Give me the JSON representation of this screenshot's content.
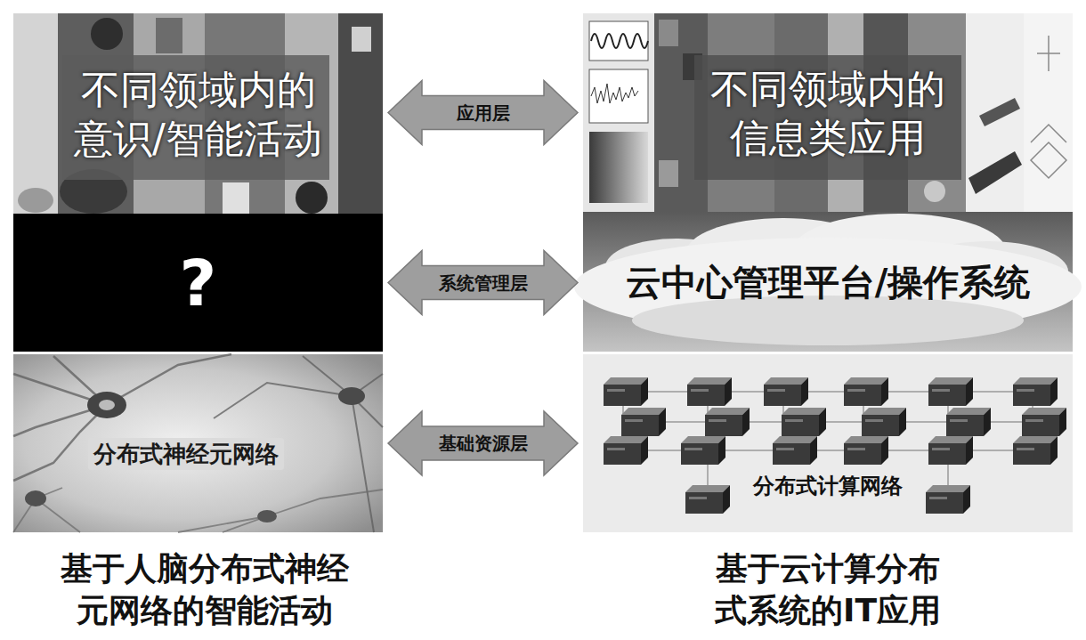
{
  "diagram": {
    "nodes": [
      {
        "text": [
          "不同领域内的 意识/智能活动"
        ]
      },
      {
        "text": [
          "不同领域内的 信息类应用"
        ]
      },
      {
        "text": [
          "?"
        ]
      },
      {
        "text": [
          "云中心管理平台/操作系统"
        ]
      },
      {
        "text": [
          "分布式神经元网络"
        ]
      },
      {
        "text": [
          "分布式计算网络"
        ]
      }
    ],
    "edges": [
      {
        "from": 0,
        "to": 1,
        "label": "应用层",
        "arrow": "both"
      },
      {
        "from": 2,
        "to": 3,
        "label": "系统管理层",
        "arrow": "both"
      },
      {
        "from": 4,
        "to": 5,
        "label": "基础资源层",
        "arrow": "both"
      }
    ],
    "labels": [
      "基于人脑分布式神经 元网络的智能活动",
      "基于云计算分布 式系统的IT应用"
    ]
  }
}
